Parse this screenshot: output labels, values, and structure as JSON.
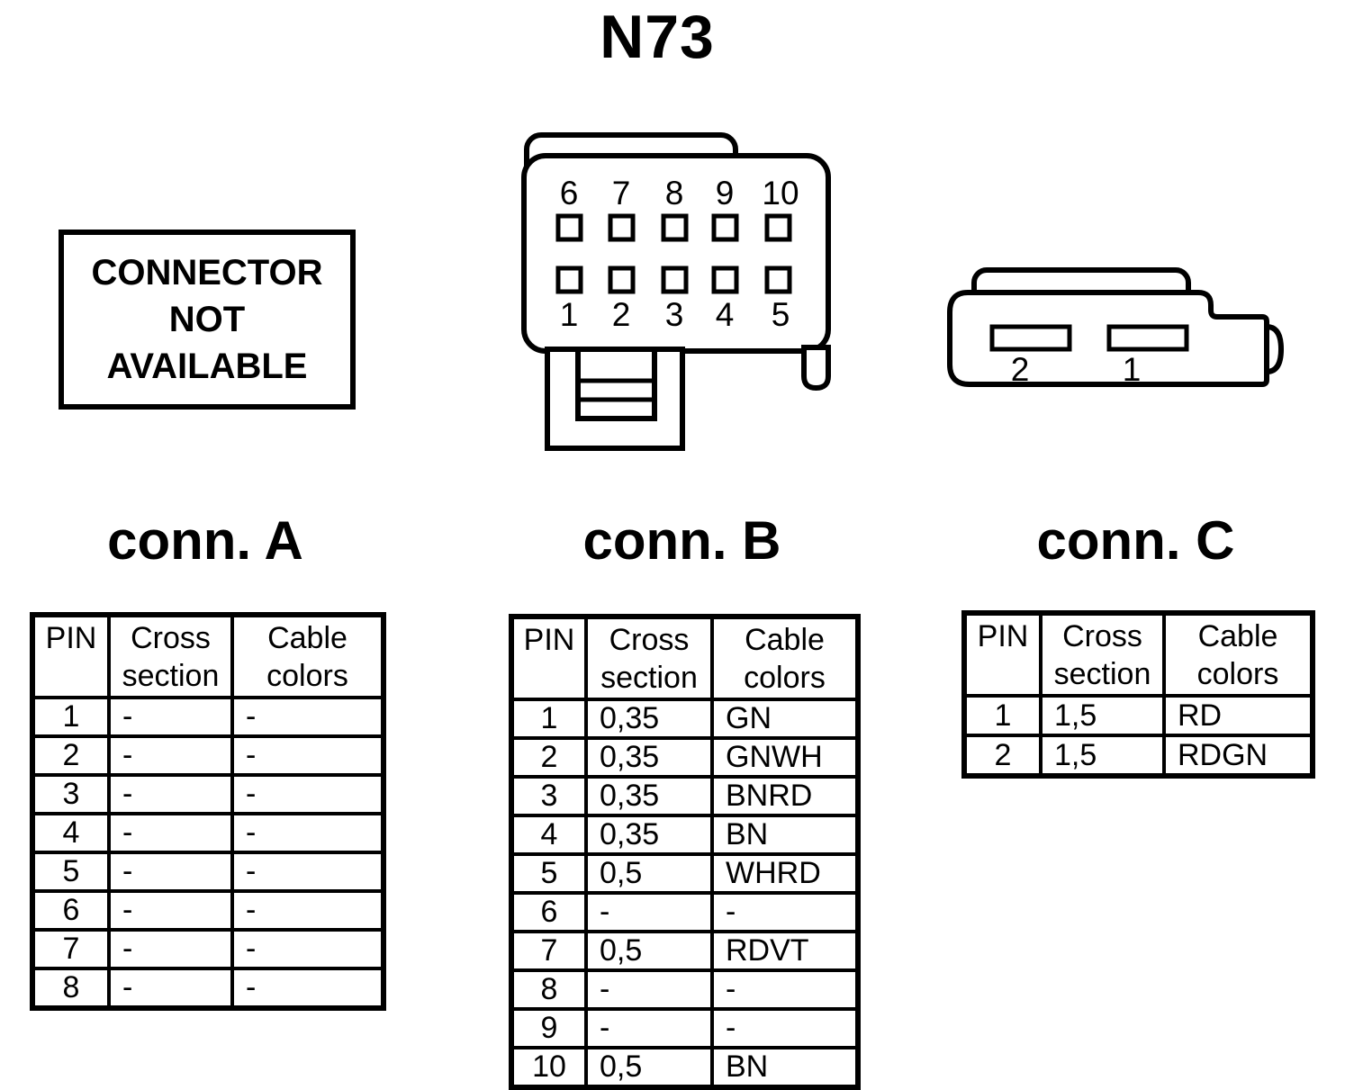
{
  "title": "N73",
  "notice_box": {
    "line1": "CONNECTOR",
    "line2": "NOT",
    "line3": "AVAILABLE"
  },
  "connector_b_diagram": {
    "top_pin_labels": [
      "6",
      "7",
      "8",
      "9",
      "10"
    ],
    "bottom_pin_labels": [
      "1",
      "2",
      "3",
      "4",
      "5"
    ]
  },
  "connector_c_diagram": {
    "pin_labels": [
      "2",
      "1"
    ]
  },
  "sections": [
    {
      "title": "conn. A",
      "headers": [
        "PIN",
        "Cross\nsection",
        "Cable\ncolors"
      ],
      "rows": [
        [
          "1",
          "-",
          "-"
        ],
        [
          "2",
          "-",
          "-"
        ],
        [
          "3",
          "-",
          "-"
        ],
        [
          "4",
          "-",
          "-"
        ],
        [
          "5",
          "-",
          "-"
        ],
        [
          "6",
          "-",
          "-"
        ],
        [
          "7",
          "-",
          "-"
        ],
        [
          "8",
          "-",
          "-"
        ]
      ]
    },
    {
      "title": "conn. B",
      "headers": [
        "PIN",
        "Cross\nsection",
        "Cable\ncolors"
      ],
      "rows": [
        [
          "1",
          "0,35",
          "GN"
        ],
        [
          "2",
          "0,35",
          "GNWH"
        ],
        [
          "3",
          "0,35",
          "BNRD"
        ],
        [
          "4",
          "0,35",
          "BN"
        ],
        [
          "5",
          "0,5",
          "WHRD"
        ],
        [
          "6",
          "-",
          "-"
        ],
        [
          "7",
          "0,5",
          "RDVT"
        ],
        [
          "8",
          "-",
          "-"
        ],
        [
          "9",
          "-",
          "-"
        ],
        [
          "10",
          "0,5",
          "BN"
        ]
      ]
    },
    {
      "title": "conn. C",
      "headers": [
        "PIN",
        "Cross\nsection",
        "Cable\ncolors"
      ],
      "rows": [
        [
          "1",
          "1,5",
          "RD"
        ],
        [
          "2",
          "1,5",
          "RDGN"
        ]
      ]
    }
  ],
  "colors": {
    "ink": "#000000",
    "background": "#ffffff"
  }
}
